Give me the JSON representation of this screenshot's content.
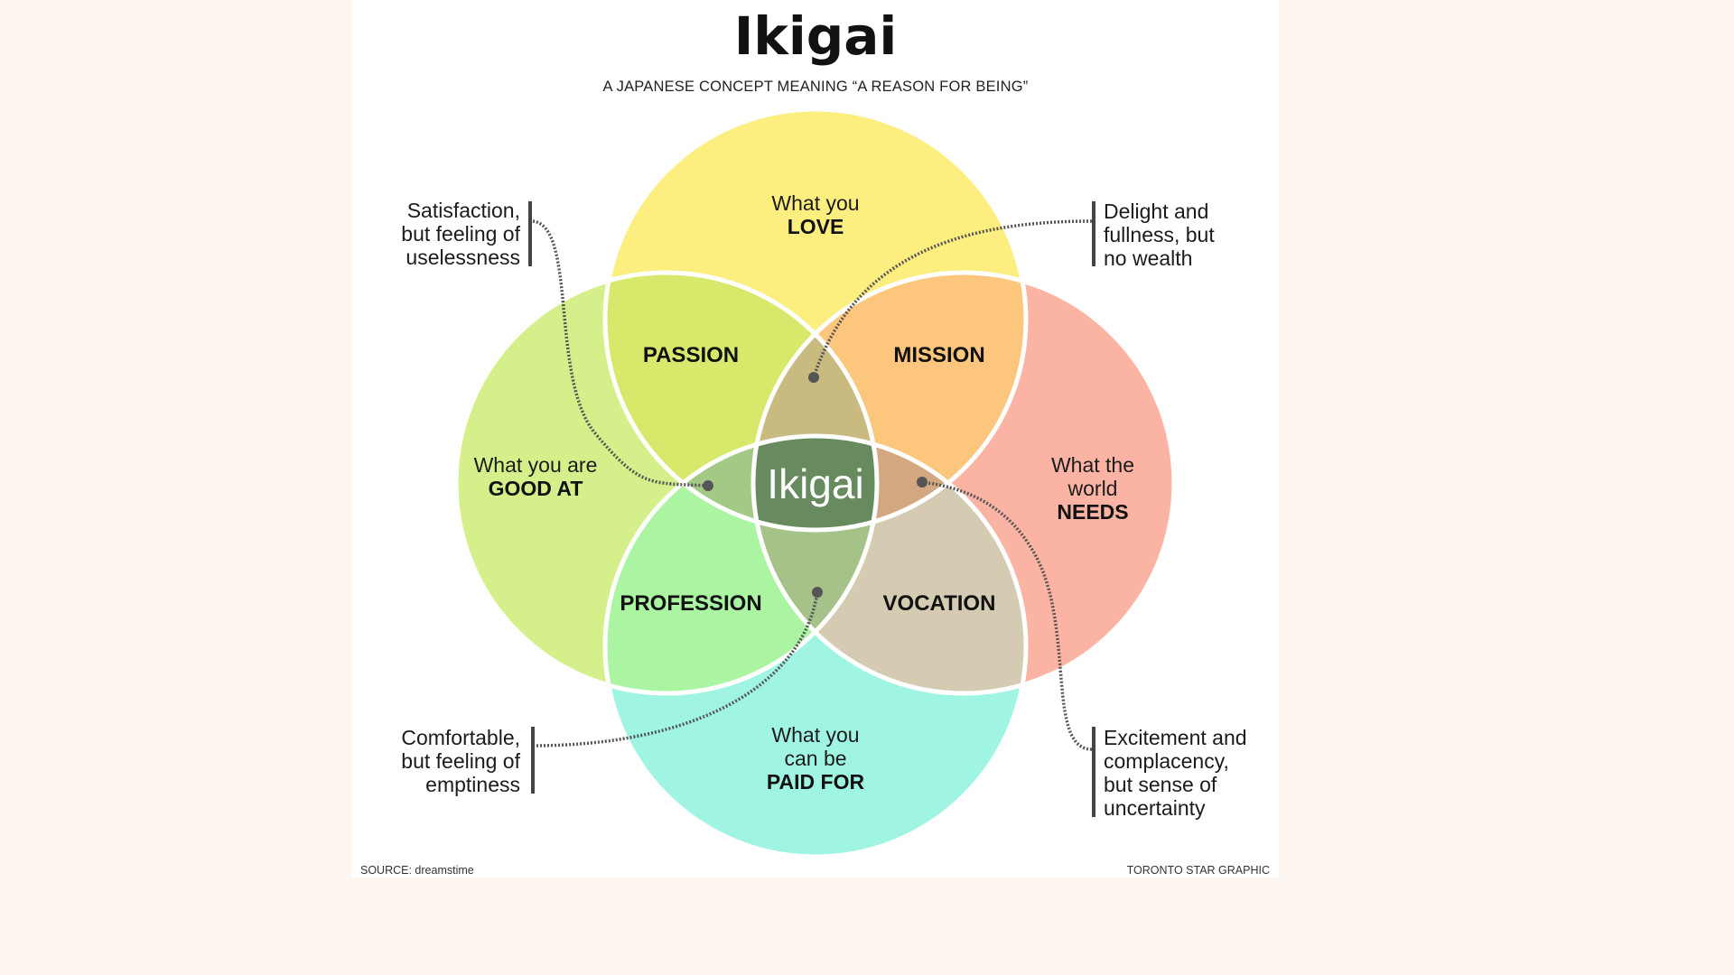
{
  "title": "Ikigai",
  "subtitle": "A JAPANESE CONCEPT MEANING “A REASON FOR BEING”",
  "circles": {
    "love": {
      "line1": "What you",
      "line2": "LOVE",
      "color": "#fdee80"
    },
    "good_at": {
      "line1": "What you are",
      "line2": "GOOD AT",
      "color": "#d5f08a"
    },
    "world_needs": {
      "line1": "What the",
      "line2": "world",
      "line3": "NEEDS",
      "color": "#fbb4a3"
    },
    "paid_for": {
      "line1": "What you",
      "line2": "can be",
      "line3": "PAID FOR",
      "color": "#a0f5e2"
    }
  },
  "regions": {
    "passion": {
      "label": "PASSION",
      "color": "#d7e86a"
    },
    "mission": {
      "label": "MISSION",
      "color": "#fcc67c"
    },
    "profession": {
      "label": "PROFESSION",
      "color": "#aaf4a2"
    },
    "vocation": {
      "label": "VOCATION",
      "color": "#d4cbb2"
    },
    "center": {
      "label": "Ikigai",
      "color": "#678a5e"
    }
  },
  "lens_colors": {
    "top": "#c9bb80",
    "left": "#a3c986",
    "right": "#d3a880",
    "bottom": "#a5c288"
  },
  "notes": {
    "top_left": {
      "line1": "Satisfaction,",
      "line2": "but feeling of",
      "line3": "uselessness"
    },
    "top_right": {
      "line1": "Delight and",
      "line2": "fullness, but",
      "line3": "no wealth"
    },
    "bottom_left": {
      "line1": "Comfortable,",
      "line2": "but feeling of",
      "line3": "emptiness"
    },
    "bottom_right": {
      "line1": "Excitement and",
      "line2": "complacency,",
      "line3": "but sense of",
      "line4": "uncertainty"
    }
  },
  "footer": {
    "source": "SOURCE: dreamstime",
    "credit": "TORONTO STAR GRAPHIC"
  }
}
